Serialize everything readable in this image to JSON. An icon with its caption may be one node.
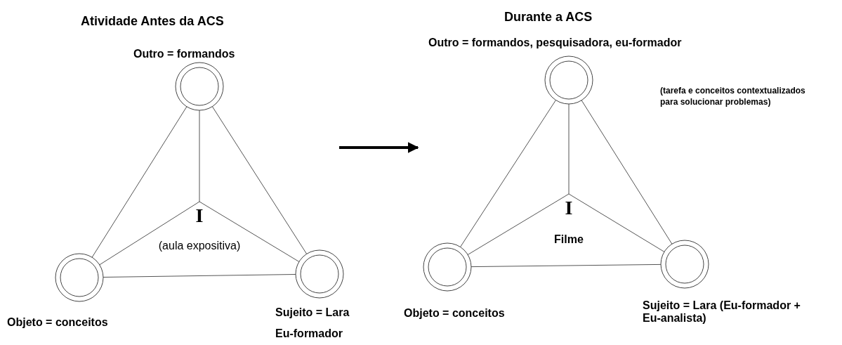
{
  "diagram": {
    "nodes": [
      {
        "text": [
          "Outro = formandos"
        ]
      },
      {
        "text": [
          "Objeto = conceitos"
        ]
      },
      {
        "text": [
          "Sujeito = Lara Eu-formador"
        ]
      },
      {
        "text": [
          "I",
          "(aula expositiva)"
        ]
      },
      {
        "text": [
          "Outro = formandos, pesquisadora, eu-formador"
        ]
      },
      {
        "text": [
          "Objeto = conceitos"
        ]
      },
      {
        "text": [
          "Sujeito = Lara (Eu-formador + Eu-analista)"
        ]
      },
      {
        "text": [
          "I",
          "Filme"
        ]
      }
    ],
    "edges": [
      {
        "from": 0,
        "to": 1,
        "arrow": "none"
      },
      {
        "from": 0,
        "to": 2,
        "arrow": "none"
      },
      {
        "from": 1,
        "to": 2,
        "arrow": "none"
      },
      {
        "from": 0,
        "to": 3,
        "arrow": "none"
      },
      {
        "from": 1,
        "to": 3,
        "arrow": "none"
      },
      {
        "from": 2,
        "to": 3,
        "arrow": "none"
      },
      {
        "from": 4,
        "to": 5,
        "arrow": "none"
      },
      {
        "from": 4,
        "to": 6,
        "arrow": "none"
      },
      {
        "from": 5,
        "to": 6,
        "arrow": "none"
      },
      {
        "from": 4,
        "to": 7,
        "arrow": "none"
      },
      {
        "from": 5,
        "to": 7,
        "arrow": "none"
      },
      {
        "from": 6,
        "to": 7,
        "arrow": "none"
      }
    ],
    "labels": [
      "Atividade Antes da ACS",
      "Durante a ACS",
      "(tarefa e conceitos contextualizados para solucionar problemas)"
    ]
  }
}
